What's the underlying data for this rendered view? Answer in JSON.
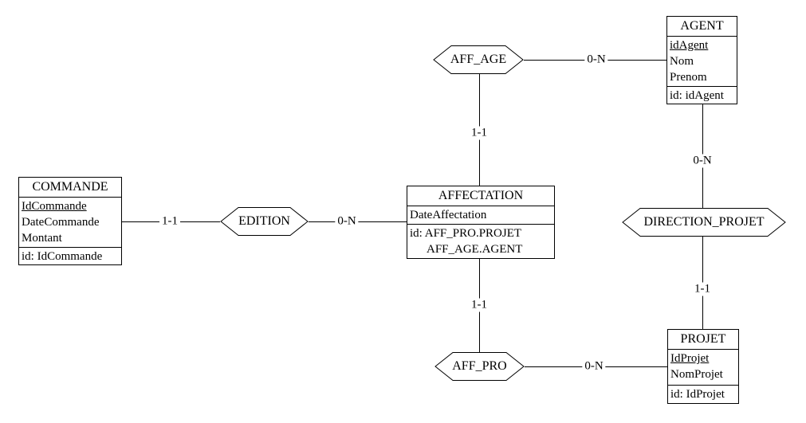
{
  "diagram": {
    "type": "entity-relationship-model",
    "colors": {
      "line": "#000000",
      "background": "#ffffff",
      "text": "#000000"
    },
    "entities": [
      {
        "title": "COMMANDE",
        "attributes": [
          "IdCommande",
          "DateCommande",
          "Montant"
        ],
        "key_attribute": "IdCommande",
        "id_lines": [
          "id: IdCommande"
        ]
      },
      {
        "title": "AFFECTATION",
        "attributes": [
          "DateAffectation"
        ],
        "key_attribute": "",
        "id_lines": [
          "id: AFF_PRO.PROJET",
          "AFF_AGE.AGENT"
        ]
      },
      {
        "title": "AGENT",
        "attributes": [
          "idAgent",
          "Nom",
          "Prenom"
        ],
        "key_attribute": "idAgent",
        "id_lines": [
          "id: idAgent"
        ]
      },
      {
        "title": "PROJET",
        "attributes": [
          "IdProjet",
          "NomProjet"
        ],
        "key_attribute": "IdProjet",
        "id_lines": [
          "id: IdProjet"
        ]
      }
    ],
    "relationships": [
      {
        "name": "AFF_AGE"
      },
      {
        "name": "EDITION"
      },
      {
        "name": "DIRECTION_PROJET"
      },
      {
        "name": "AFF_PRO"
      }
    ],
    "cardinalities": {
      "commande_edition": "1-1",
      "edition_affectation": "0-N",
      "aff_age_agent": "0-N",
      "aff_age_affectation": "1-1",
      "agent_direction_projet": "0-N",
      "direction_projet_projet": "1-1",
      "affectation_aff_pro": "1-1",
      "aff_pro_projet": "0-N"
    }
  }
}
